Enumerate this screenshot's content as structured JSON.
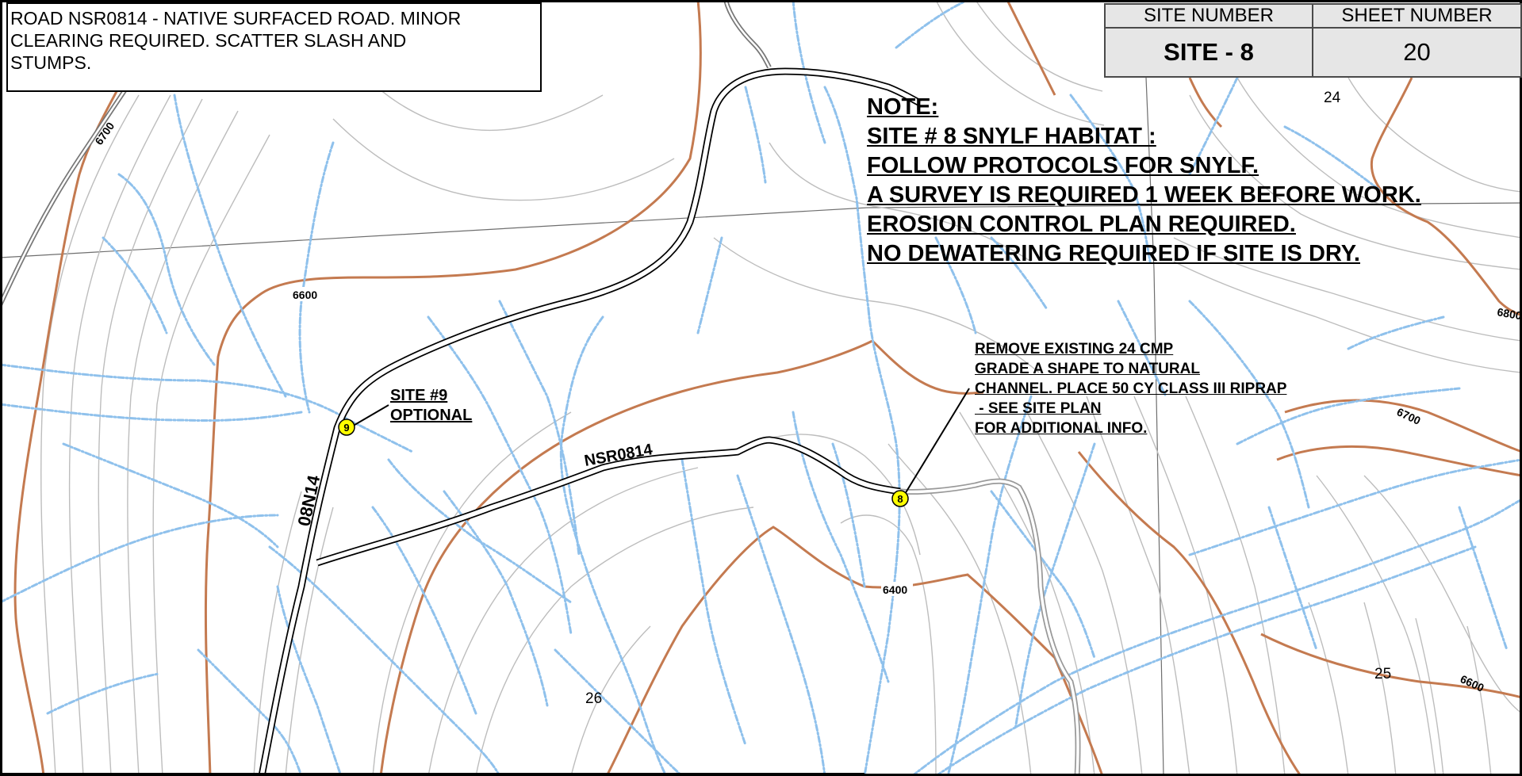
{
  "description_box": {
    "lines": [
      "ROAD NSR0814 -  NATIVE SURFACED ROAD. MINOR",
      "CLEARING REQUIRED. SCATTER SLASH AND",
      "STUMPS."
    ]
  },
  "title_block": {
    "site_number_header": "SITE NUMBER",
    "sheet_number_header": "SHEET NUMBER",
    "site_number": "SITE - 8",
    "sheet_number": "20"
  },
  "note": {
    "lines": [
      "NOTE:",
      "SITE  # 8  SNYLF HABITAT :",
      "FOLLOW PROTOCOLS FOR SNYLF.",
      "A SURVEY IS REQUIRED 1 WEEK BEFORE WORK.",
      "EROSION CONTROL PLAN REQUIRED.",
      "NO DEWATERING REQUIRED IF SITE IS DRY."
    ]
  },
  "site8_callout": {
    "lines": [
      "REMOVE EXISTING 24 CMP",
      "GRADE A SHAPE TO NATURAL",
      "CHANNEL. PLACE 50 CY CLASS III RIPRAP",
      " - SEE SITE PLAN",
      "FOR ADDITIONAL INFO."
    ]
  },
  "site9_callout": {
    "lines": [
      "SITE #9",
      "OPTIONAL"
    ]
  },
  "roads": {
    "road_08n14": "08N14",
    "road_nsr0814": "NSR0814"
  },
  "site_markers": {
    "site_8": "8",
    "site_9": "9"
  },
  "contour_labels": {
    "c6700_left": "6700",
    "c6600_left": "6600",
    "c6400": "6400",
    "c6700_right": "6700",
    "c6800_right": "6800",
    "c6600_right": "6600"
  },
  "section_numbers": {
    "s24": "24",
    "s25": "25",
    "s26": "26"
  },
  "colors": {
    "index_contour": "#c47a50",
    "contour": "#bdbdbd",
    "stream": "#8fc1ec",
    "road": "#000000",
    "site_marker": "#ffff00",
    "title_block_bg": "#e6e6e6"
  }
}
